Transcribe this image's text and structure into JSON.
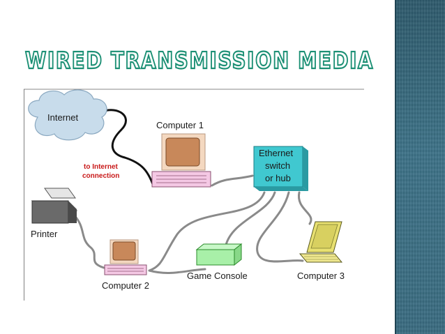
{
  "slide": {
    "title": "WIRED TRANSMISSION MEDIA",
    "colors": {
      "title_fill": "#ffffff",
      "title_stroke": "#1b8f74",
      "sidebar": "#3a6b80",
      "switch_fill": "#40c8d0",
      "console_fill": "#a8f0a8",
      "computer_base": "#f4c8e4",
      "laptop_fill": "#f0e890"
    }
  },
  "diagram": {
    "internet_label": "Internet",
    "connection_label_line1": "to Internet",
    "connection_label_line2": "connection",
    "computer1_label": "Computer 1",
    "switch_label_line1": "Ethernet",
    "switch_label_line2": "switch",
    "switch_label_line3": "or hub",
    "printer_label": "Printer",
    "computer2_label": "Computer 2",
    "console_label": "Game Console",
    "computer3_label": "Computer 3"
  }
}
